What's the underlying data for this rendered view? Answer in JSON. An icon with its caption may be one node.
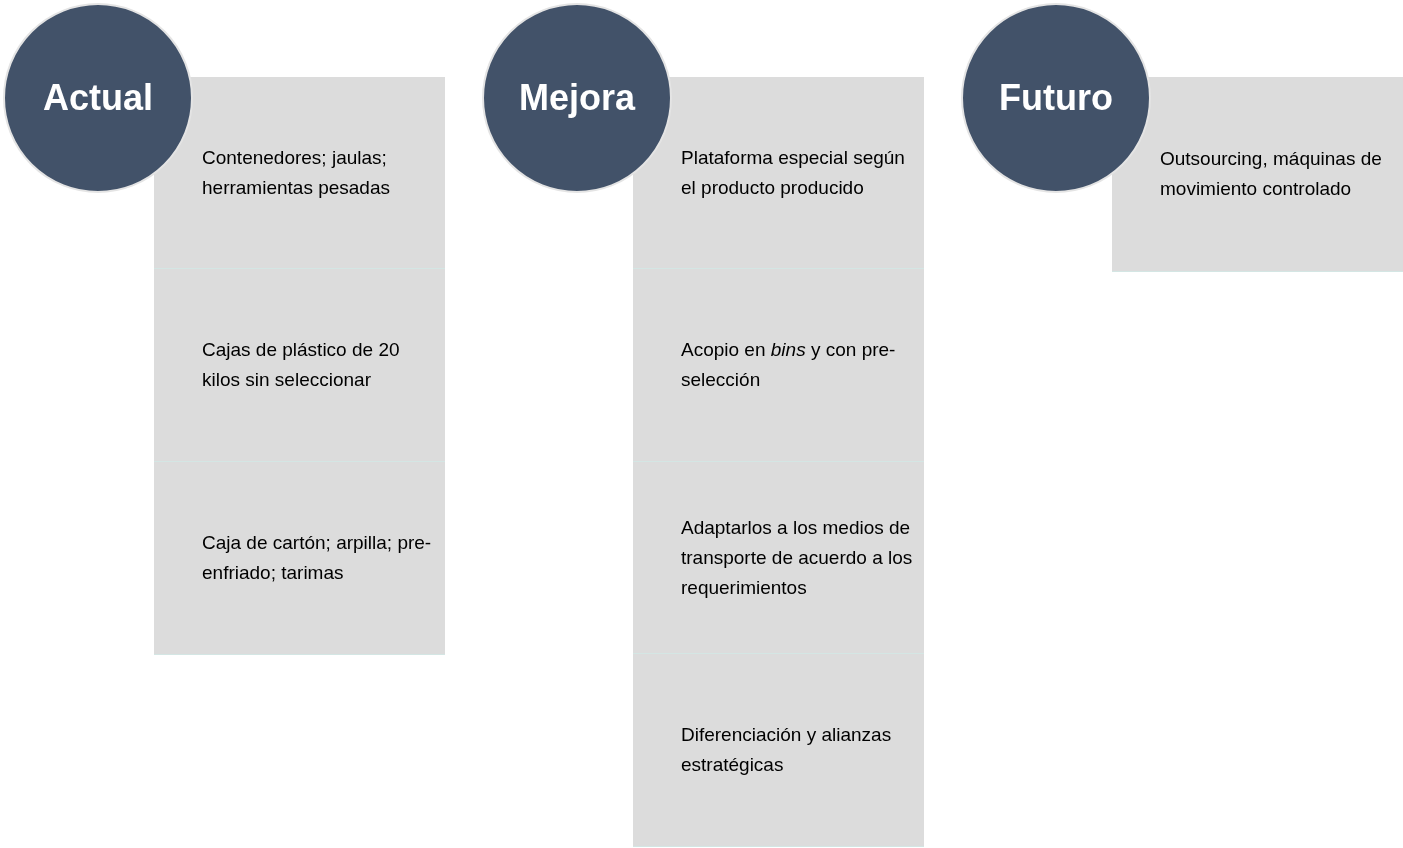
{
  "diagram": {
    "nodes": [
      {
        "text": [
          "Actual"
        ]
      },
      {
        "text": [
          "Contenedores; jaulas; herramientas pesadas"
        ]
      },
      {
        "text": [
          "Cajas de plástico de 20 kilos sin seleccionar"
        ]
      },
      {
        "text": [
          "Caja de cartón; arpilla; pre-enfriado; tarimas"
        ]
      },
      {
        "text": [
          "Mejora"
        ]
      },
      {
        "text": [
          "Plataforma especial según el producto producido"
        ]
      },
      {
        "text": [
          "Acopio en *bins* y con pre-selección"
        ]
      },
      {
        "text": [
          "Adaptarlos a los medios de transporte de acuerdo a los requerimientos"
        ]
      },
      {
        "text": [
          "Diferenciación y alianzas estratégicas"
        ]
      },
      {
        "text": [
          "Futuro"
        ]
      },
      {
        "text": [
          "Outsourcing, máquinas de movimiento controlado"
        ]
      }
    ]
  }
}
